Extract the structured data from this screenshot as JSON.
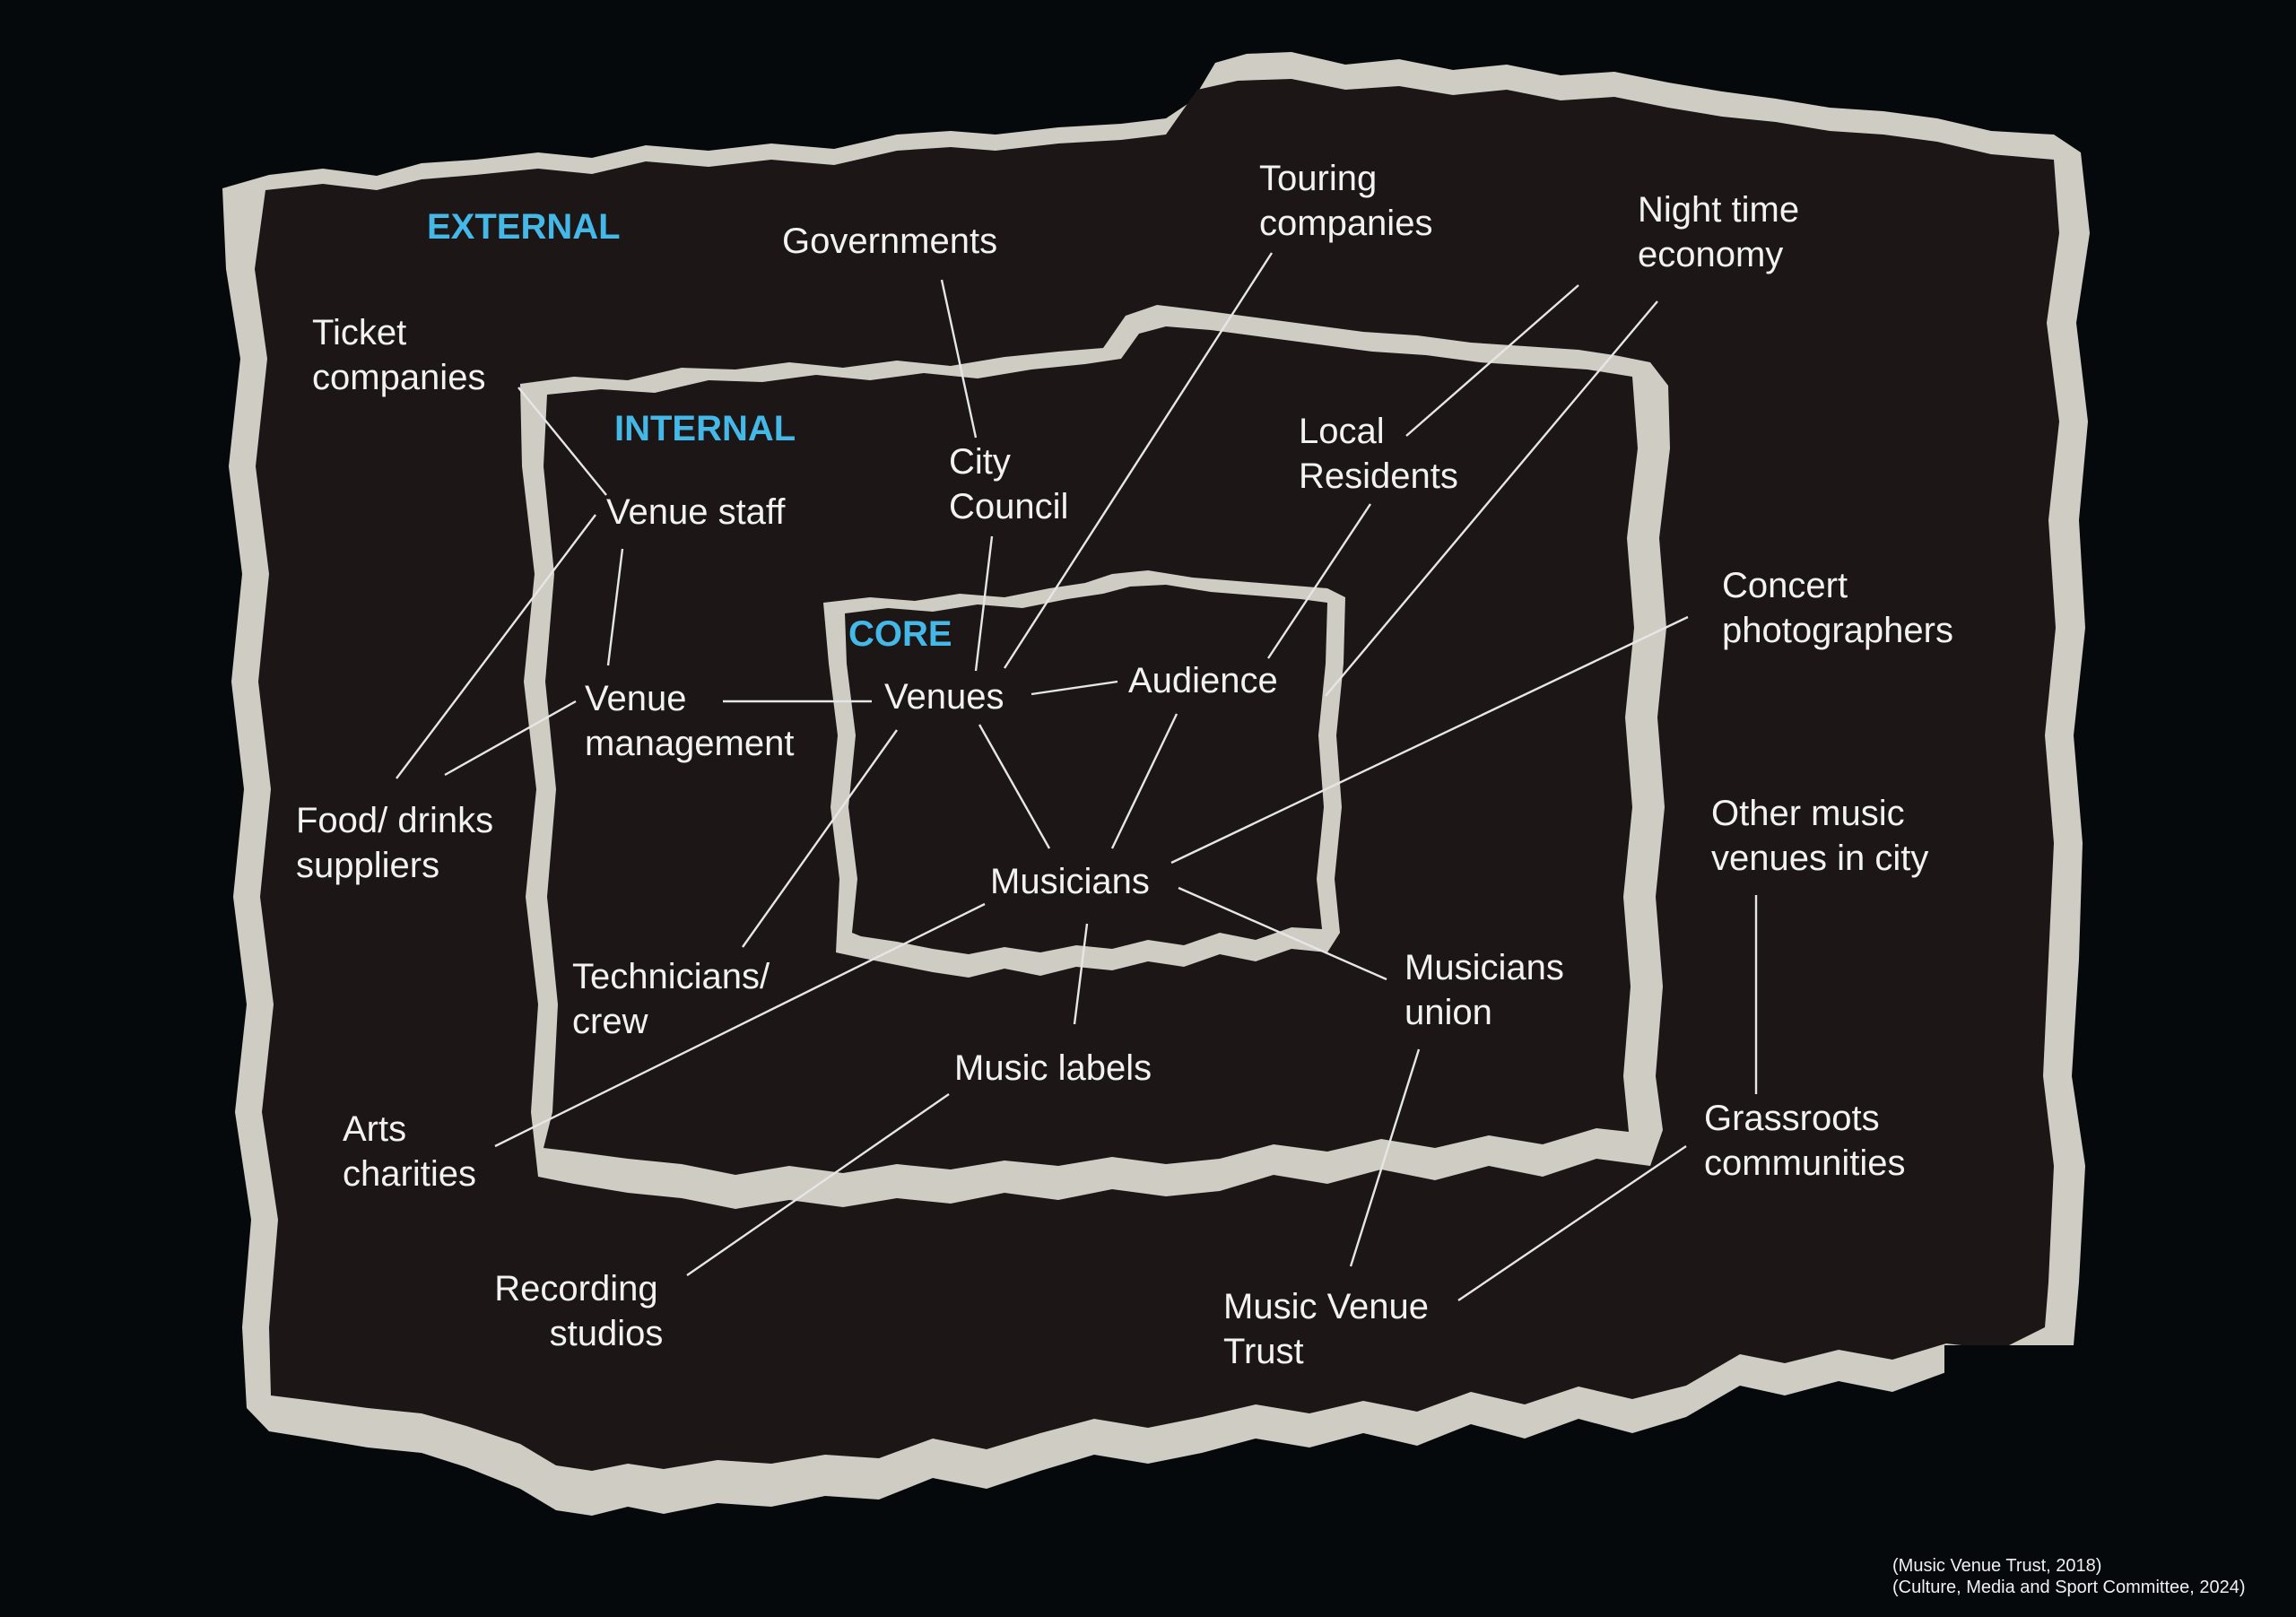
{
  "rings": {
    "external": "EXTERNAL",
    "internal": "INTERNAL",
    "core": "CORE"
  },
  "nodes": {
    "governments": [
      "Governments"
    ],
    "touring": [
      "Touring",
      "companies"
    ],
    "night_time": [
      "Night time",
      "economy"
    ],
    "ticket": [
      "Ticket",
      "companies"
    ],
    "city_council": [
      "City",
      "Council"
    ],
    "local_residents": [
      "Local",
      "Residents"
    ],
    "venue_staff": [
      "Venue staff"
    ],
    "concert_photographers": [
      "Concert",
      "photographers"
    ],
    "venues": [
      "Venues"
    ],
    "audience": [
      "Audience"
    ],
    "venue_management": [
      "Venue",
      "management"
    ],
    "food_drinks": [
      "Food/ drinks",
      "suppliers"
    ],
    "other_venues": [
      "Other music",
      "venues in city"
    ],
    "musicians": [
      "Musicians"
    ],
    "technicians": [
      "Technicians/",
      "crew"
    ],
    "musicians_union": [
      "Musicians",
      "union"
    ],
    "music_labels": [
      "Music labels"
    ],
    "arts_charities": [
      "Arts",
      "charities"
    ],
    "grassroots": [
      "Grassroots",
      "communities"
    ],
    "recording_studios": [
      "Recording",
      "studios"
    ],
    "music_venue_trust": [
      "Music Venue",
      "Trust"
    ]
  },
  "citations": [
    "(Music Venue Trust, 2018)",
    "(Culture, Media and Sport Committee, 2024)"
  ],
  "colors": {
    "background": "#05090b",
    "paper": "#1c1617",
    "paper_edge": "#cfccc4",
    "ring_title": "#44b8e6",
    "text": "#f2f2f2"
  }
}
